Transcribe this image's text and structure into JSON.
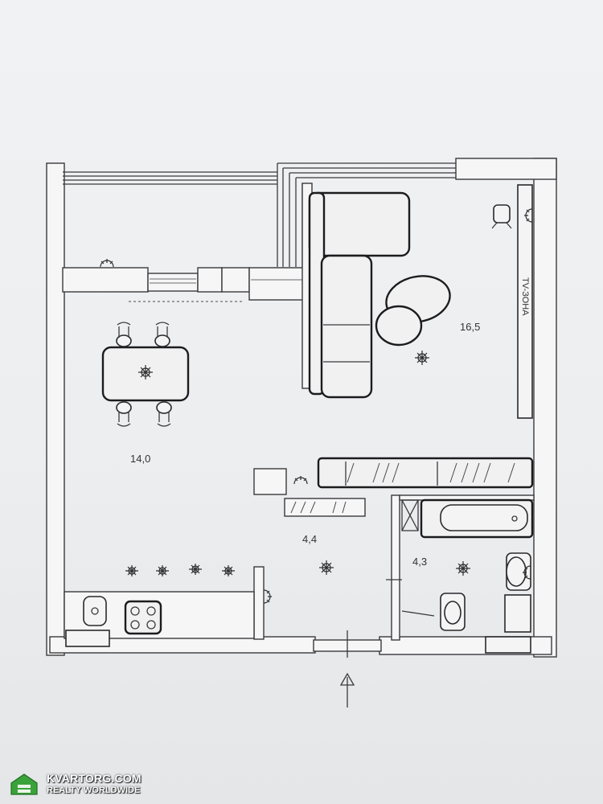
{
  "plan": {
    "rooms": [
      {
        "id": "kitchen-dining",
        "area_label": "14,0"
      },
      {
        "id": "living",
        "area_label": "16,5"
      },
      {
        "id": "hallway",
        "area_label": "4,4"
      },
      {
        "id": "bathroom",
        "area_label": "4,3"
      }
    ],
    "tv_zone_label": "TV-ЗОНА",
    "entrance": "arrow-up-icon"
  },
  "watermark": {
    "name": "KVARTORG.COM",
    "tagline": "REALTY WORLDWIDE",
    "logo_color": "#3aa23a"
  }
}
